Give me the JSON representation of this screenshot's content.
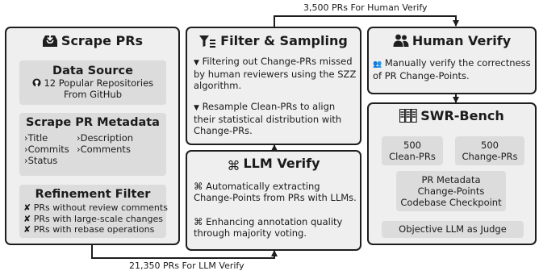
{
  "arrows": {
    "top_label": "3,500 PRs For Human Verify",
    "bottom_label": "21,350 PRs For LLM Verify"
  },
  "scrape": {
    "title": "Scrape PRs",
    "source": {
      "heading": "Data Source",
      "line1": "12 Popular Repositories",
      "line2": "From GitHub"
    },
    "metadata": {
      "heading": "Scrape PR Metadata",
      "items": [
        "›Title",
        "›Description",
        "›Commits",
        "›Comments",
        "›Status"
      ]
    },
    "filter": {
      "heading": "Refinement Filter",
      "items": [
        "PRs without review comments",
        "PRs with large-scale changes",
        "PRs with rebase operations"
      ]
    }
  },
  "sampling": {
    "title": "Filter & Sampling",
    "p1": "Filtering out Change-PRs missed by human reviewers using the SZZ algorithm.",
    "p2": "Resample Clean-PRs to align their statistical distribution with Change-PRs."
  },
  "llm": {
    "title": "LLM Verify",
    "p1": "Automatically extracting Change-Points from PRs with LLMs.",
    "p2": "Enhancing annotation quality through majority voting."
  },
  "human": {
    "title": "Human Verify",
    "text": "Manually verify the correctness of PR Change-Points."
  },
  "bench": {
    "title": "SWR-Bench",
    "clean": [
      "500",
      "Clean-PRs"
    ],
    "change": [
      "500",
      "Change-PRs"
    ],
    "meta": [
      "PR Metadata",
      "Change-Points",
      "Codebase Checkpoint"
    ],
    "judge": "Objective LLM as Judge"
  },
  "icons": {
    "scrape": "inbox-download-icon",
    "github": "github-icon",
    "filter": "filter-icon",
    "llm": "command-icon",
    "human": "users-icon",
    "bench": "server-icon",
    "cross": "cross-icon"
  }
}
